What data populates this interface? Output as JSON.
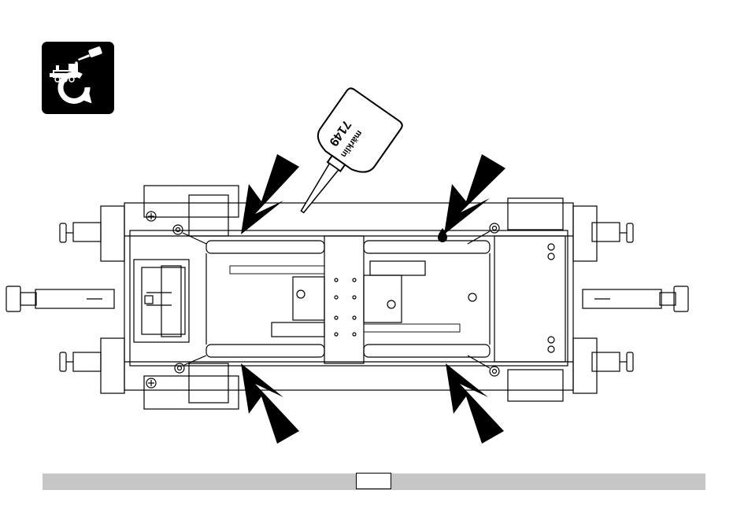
{
  "icon": {
    "name": "maintenance-lubrication-icon"
  },
  "oil_bottle": {
    "brand": "märklin",
    "number": "7149"
  },
  "arrows": {
    "count": 4,
    "color": "#000000"
  },
  "footer": {
    "bar_color": "#c6c6c6",
    "page_number": ""
  }
}
